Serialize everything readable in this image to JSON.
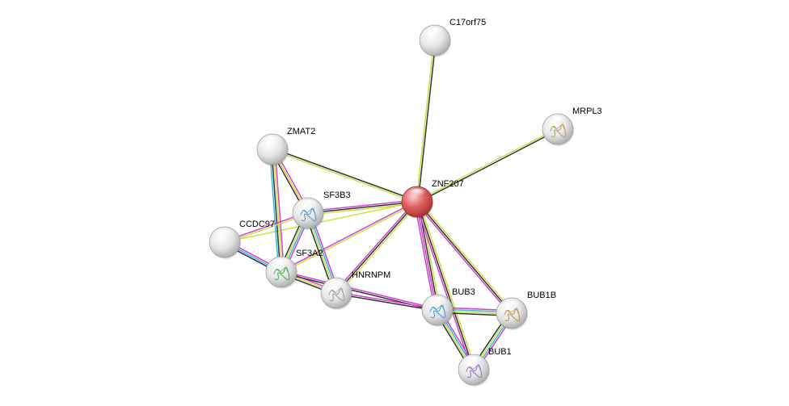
{
  "network": {
    "colors": {
      "background": "#ffffff",
      "node_default": "#d2d2d2",
      "node_query": "#e05050",
      "edge_textmining": "#c8e040",
      "edge_coexpression": "#333333",
      "edge_experiments": "#d040d0",
      "edge_databases": "#30b8e0"
    },
    "nodes": [
      {
        "id": "ZNF207",
        "label": "ZNF207",
        "query": true,
        "structure": false
      },
      {
        "id": "C17orf75",
        "label": "C17orf75",
        "query": false,
        "structure": false
      },
      {
        "id": "MRPL3",
        "label": "MRPL3",
        "query": false,
        "structure": true,
        "structure_color": "#b8a060"
      },
      {
        "id": "ZMAT2",
        "label": "ZMAT2",
        "query": false,
        "structure": false
      },
      {
        "id": "SF3B3",
        "label": "SF3B3",
        "query": false,
        "structure": true,
        "structure_color": "#5a9ad0"
      },
      {
        "id": "CCDC97",
        "label": "CCDC97",
        "query": false,
        "structure": false
      },
      {
        "id": "SF3A2",
        "label": "SF3A2",
        "query": false,
        "structure": true,
        "structure_color": "#50b050"
      },
      {
        "id": "HNRNPM",
        "label": "HNRNPM",
        "query": false,
        "structure": true,
        "structure_color": "#a0a0a0"
      },
      {
        "id": "BUB3",
        "label": "BUB3",
        "query": false,
        "structure": true,
        "structure_color": "#4aa0d8"
      },
      {
        "id": "BUB1B",
        "label": "BUB1B",
        "query": false,
        "structure": true,
        "structure_color": "#b89a50"
      },
      {
        "id": "BUB1",
        "label": "BUB1",
        "query": false,
        "structure": true,
        "structure_color": "#a070c8"
      }
    ],
    "edges": [
      {
        "a": "ZNF207",
        "b": "C17orf75",
        "types": [
          "textmining",
          "coexpression"
        ]
      },
      {
        "a": "ZNF207",
        "b": "MRPL3",
        "types": [
          "textmining",
          "coexpression"
        ]
      },
      {
        "a": "ZNF207",
        "b": "ZMAT2",
        "types": [
          "textmining",
          "coexpression"
        ]
      },
      {
        "a": "ZNF207",
        "b": "SF3B3",
        "types": [
          "textmining",
          "coexpression",
          "experiments"
        ]
      },
      {
        "a": "ZNF207",
        "b": "CCDC97",
        "types": [
          "textmining"
        ]
      },
      {
        "a": "ZNF207",
        "b": "SF3A2",
        "types": [
          "textmining",
          "experiments"
        ]
      },
      {
        "a": "ZNF207",
        "b": "HNRNPM",
        "types": [
          "textmining",
          "coexpression",
          "experiments"
        ]
      },
      {
        "a": "ZNF207",
        "b": "BUB3",
        "types": [
          "textmining",
          "coexpression",
          "experiments",
          "experiments"
        ]
      },
      {
        "a": "ZNF207",
        "b": "BUB1B",
        "types": [
          "textmining",
          "coexpression",
          "experiments"
        ]
      },
      {
        "a": "ZNF207",
        "b": "BUB1",
        "types": [
          "textmining",
          "coexpression",
          "experiments"
        ]
      },
      {
        "a": "ZMAT2",
        "b": "SF3B3",
        "types": [
          "experiments",
          "textmining",
          "coexpression"
        ]
      },
      {
        "a": "ZMAT2",
        "b": "SF3A2",
        "types": [
          "experiments",
          "textmining",
          "coexpression",
          "databases"
        ]
      },
      {
        "a": "CCDC97",
        "b": "SF3B3",
        "types": [
          "experiments",
          "textmining"
        ]
      },
      {
        "a": "CCDC97",
        "b": "SF3A2",
        "types": [
          "experiments",
          "databases",
          "coexpression"
        ]
      },
      {
        "a": "SF3B3",
        "b": "SF3A2",
        "types": [
          "experiments",
          "databases",
          "textmining",
          "coexpression"
        ]
      },
      {
        "a": "SF3B3",
        "b": "HNRNPM",
        "types": [
          "experiments",
          "databases",
          "textmining",
          "coexpression"
        ]
      },
      {
        "a": "SF3A2",
        "b": "HNRNPM",
        "types": [
          "experiments",
          "textmining",
          "coexpression"
        ]
      },
      {
        "a": "SF3A2",
        "b": "BUB3",
        "types": [
          "experiments",
          "coexpression"
        ]
      },
      {
        "a": "HNRNPM",
        "b": "BUB3",
        "types": [
          "experiments",
          "coexpression"
        ]
      },
      {
        "a": "BUB3",
        "b": "BUB1B",
        "types": [
          "experiments",
          "databases",
          "textmining",
          "coexpression"
        ]
      },
      {
        "a": "BUB3",
        "b": "BUB1",
        "types": [
          "experiments",
          "databases",
          "textmining",
          "coexpression"
        ]
      },
      {
        "a": "BUB1B",
        "b": "BUB1",
        "types": [
          "experiments",
          "databases",
          "textmining",
          "coexpression"
        ]
      }
    ]
  }
}
